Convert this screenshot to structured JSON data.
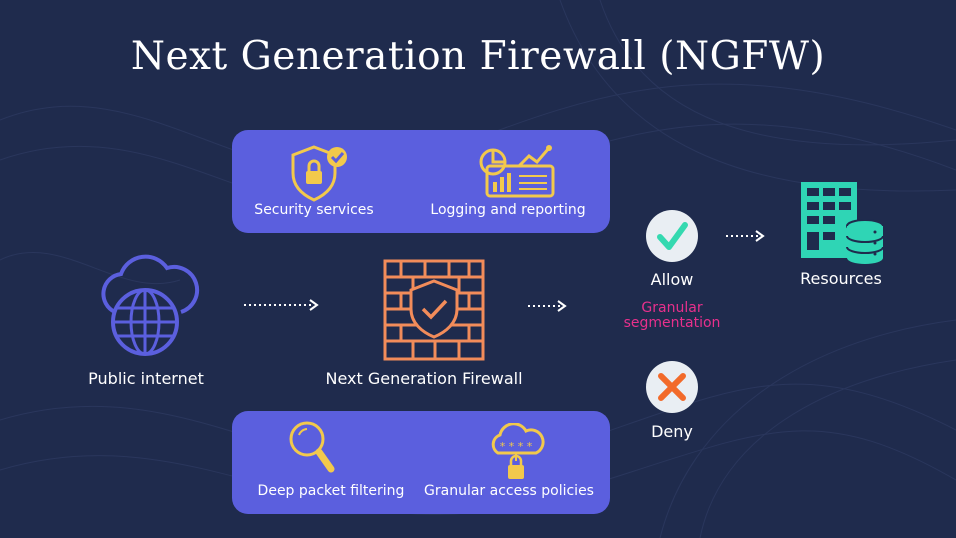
{
  "title": "Next Generation Firewall (NGFW)",
  "top_panel": {
    "left_label": "Security services",
    "right_label": "Logging and reporting"
  },
  "bottom_panel": {
    "left_label": "Deep packet filtering",
    "right_label": "Granular access policies"
  },
  "nodes": {
    "public_internet": "Public internet",
    "firewall": "Next Generation Firewall",
    "allow": "Allow",
    "deny": "Deny",
    "resources": "Resources",
    "segmentation": "Granular segmentation"
  },
  "colors": {
    "background": "#1f2b4d",
    "panel": "#5b5fde",
    "firewall": "#f28c5a",
    "icon_yellow": "#f2c94c",
    "allow_green": "#34d9b0",
    "deny_orange": "#f26a2a",
    "segmentation_pink": "#e8308c",
    "internet_purple": "#5b5fde",
    "resources_teal": "#2fd5b5"
  },
  "icons": {
    "security": "shield-lock-check-icon",
    "logging": "dashboard-chart-icon",
    "deep_packet": "magnifier-icon",
    "access": "cloud-password-lock-icon",
    "internet": "cloud-globe-icon",
    "firewall": "brick-wall-shield-icon",
    "allow": "checkmark-icon",
    "deny": "x-icon",
    "resources": "building-database-icon"
  }
}
